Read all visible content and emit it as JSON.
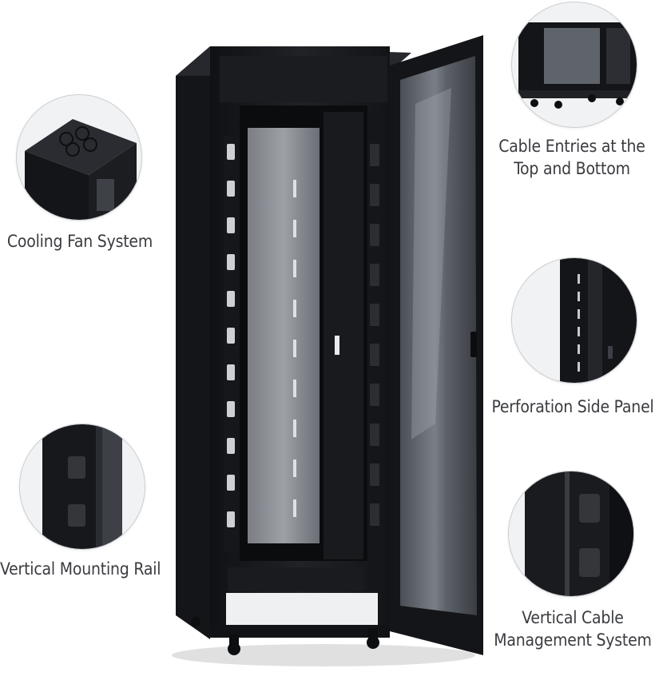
{
  "features": {
    "cooling": {
      "label": "Cooling Fan System"
    },
    "cable_entries": {
      "line1": "Cable Entries at the",
      "line2": "Top and Bottom"
    },
    "perforation": {
      "label": "Perforation Side Panel"
    },
    "mounting_rail": {
      "label": "Vertical Mounting Rail"
    },
    "cable_mgmt": {
      "line1": "Vertical Cable",
      "line2": "Management System"
    }
  },
  "colors": {
    "cabinet": "#1c1d21",
    "cabinet_dark": "#0e0f12",
    "glass": "#6f747b",
    "label_text": "#3a3c40"
  }
}
